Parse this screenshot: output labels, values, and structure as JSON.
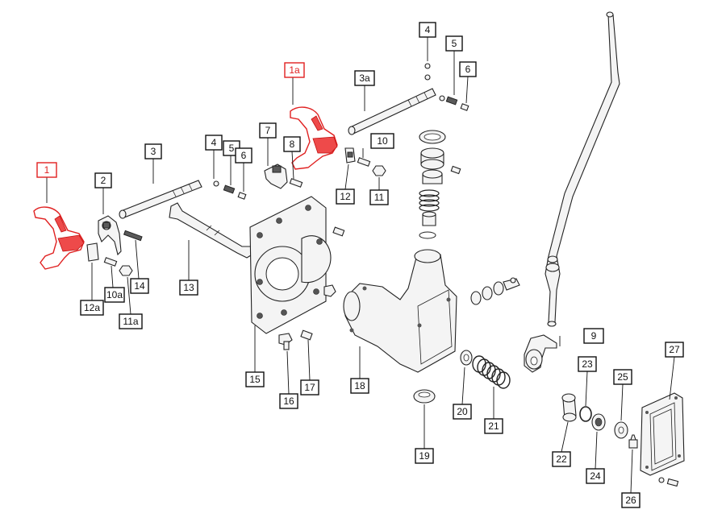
{
  "highlight_color": "#e02020",
  "callouts": [
    {
      "id": "c-1",
      "label": "1",
      "highlighted": true
    },
    {
      "id": "c-1a",
      "label": "1a",
      "highlighted": true
    },
    {
      "id": "c-2",
      "label": "2",
      "highlighted": false
    },
    {
      "id": "c-3",
      "label": "3",
      "highlighted": false
    },
    {
      "id": "c-3a",
      "label": "3a",
      "highlighted": false
    },
    {
      "id": "c-4",
      "label": "4",
      "highlighted": false
    },
    {
      "id": "c-4b",
      "label": "4",
      "highlighted": false
    },
    {
      "id": "c-5",
      "label": "5",
      "highlighted": false
    },
    {
      "id": "c-5b",
      "label": "5",
      "highlighted": false
    },
    {
      "id": "c-6",
      "label": "6",
      "highlighted": false
    },
    {
      "id": "c-6b",
      "label": "6",
      "highlighted": false
    },
    {
      "id": "c-7",
      "label": "7",
      "highlighted": false
    },
    {
      "id": "c-8",
      "label": "8",
      "highlighted": false
    },
    {
      "id": "c-9",
      "label": "9",
      "highlighted": false
    },
    {
      "id": "c-10",
      "label": "10",
      "highlighted": false
    },
    {
      "id": "c-10a",
      "label": "10a",
      "highlighted": false
    },
    {
      "id": "c-11",
      "label": "11",
      "highlighted": false
    },
    {
      "id": "c-11a",
      "label": "11a",
      "highlighted": false
    },
    {
      "id": "c-12",
      "label": "12",
      "highlighted": false
    },
    {
      "id": "c-12a",
      "label": "12a",
      "highlighted": false
    },
    {
      "id": "c-13",
      "label": "13",
      "highlighted": false
    },
    {
      "id": "c-14",
      "label": "14",
      "highlighted": false
    },
    {
      "id": "c-15",
      "label": "15",
      "highlighted": false
    },
    {
      "id": "c-16",
      "label": "16",
      "highlighted": false
    },
    {
      "id": "c-17",
      "label": "17",
      "highlighted": false
    },
    {
      "id": "c-18",
      "label": "18",
      "highlighted": false
    },
    {
      "id": "c-19",
      "label": "19",
      "highlighted": false
    },
    {
      "id": "c-20",
      "label": "20",
      "highlighted": false
    },
    {
      "id": "c-21",
      "label": "21",
      "highlighted": false
    },
    {
      "id": "c-22",
      "label": "22",
      "highlighted": false
    },
    {
      "id": "c-23",
      "label": "23",
      "highlighted": false
    },
    {
      "id": "c-24",
      "label": "24",
      "highlighted": false
    },
    {
      "id": "c-25",
      "label": "25",
      "highlighted": false
    },
    {
      "id": "c-26",
      "label": "26",
      "highlighted": false
    },
    {
      "id": "c-27",
      "label": "27",
      "highlighted": false
    }
  ]
}
